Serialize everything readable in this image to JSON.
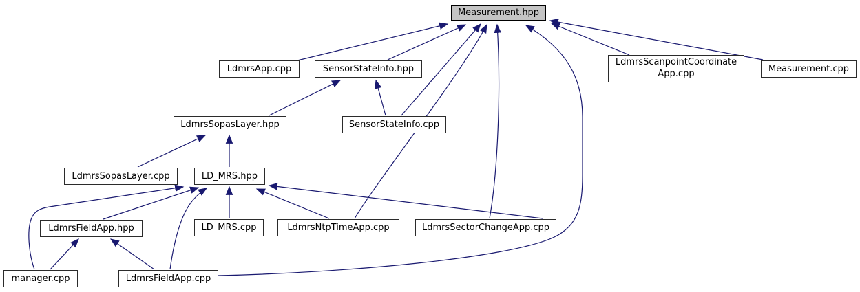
{
  "diagram": {
    "title": "Measurement.hpp include dependency graph",
    "edge_color": "#191970",
    "highlight_fill": "#c4c4c4",
    "nodes": [
      {
        "id": "measurement-hpp",
        "label": "Measurement.hpp",
        "highlighted": true
      },
      {
        "id": "ldmrsapp-cpp",
        "label": "LdmrsApp.cpp",
        "highlighted": false
      },
      {
        "id": "sensorstateinfo-hpp",
        "label": "SensorStateInfo.hpp",
        "highlighted": false
      },
      {
        "id": "ldmrsscanpointcoordinateapp-cpp",
        "label": "LdmrsScanpointCoordinate App.cpp",
        "highlighted": false
      },
      {
        "id": "measurement-cpp",
        "label": "Measurement.cpp",
        "highlighted": false
      },
      {
        "id": "sensorstateinfo-cpp",
        "label": "SensorStateInfo.cpp",
        "highlighted": false
      },
      {
        "id": "ldmrssopaslayer-hpp",
        "label": "LdmrsSopasLayer.hpp",
        "highlighted": false
      },
      {
        "id": "ldmrssopaslayer-cpp",
        "label": "LdmrsSopasLayer.cpp",
        "highlighted": false
      },
      {
        "id": "ld-mrs-hpp",
        "label": "LD_MRS.hpp",
        "highlighted": false
      },
      {
        "id": "ldmrsfieldapp-hpp",
        "label": "LdmrsFieldApp.hpp",
        "highlighted": false
      },
      {
        "id": "ld-mrs-cpp",
        "label": "LD_MRS.cpp",
        "highlighted": false
      },
      {
        "id": "ldmrsntptimeapp-cpp",
        "label": "LdmrsNtpTimeApp.cpp",
        "highlighted": false
      },
      {
        "id": "ldmrssectorchangeapp-cpp",
        "label": "LdmrsSectorChangeApp.cpp",
        "highlighted": false
      },
      {
        "id": "manager-cpp",
        "label": "manager.cpp",
        "highlighted": false
      },
      {
        "id": "ldmrsfieldapp-cpp",
        "label": "LdmrsFieldApp.cpp",
        "highlighted": false
      }
    ],
    "edges": [
      {
        "from": "LdmrsApp.cpp",
        "to": "Measurement.hpp"
      },
      {
        "from": "SensorStateInfo.hpp",
        "to": "Measurement.hpp"
      },
      {
        "from": "SensorStateInfo.cpp",
        "to": "Measurement.hpp"
      },
      {
        "from": "LdmrsNtpTimeApp.cpp",
        "to": "Measurement.hpp"
      },
      {
        "from": "LdmrsSectorChangeApp.cpp",
        "to": "Measurement.hpp"
      },
      {
        "from": "LdmrsFieldApp.cpp",
        "to": "Measurement.hpp"
      },
      {
        "from": "LdmrsScanpointCoordinateApp.cpp",
        "to": "Measurement.hpp"
      },
      {
        "from": "Measurement.cpp",
        "to": "Measurement.hpp"
      },
      {
        "from": "LdmrsSopasLayer.hpp",
        "to": "SensorStateInfo.hpp"
      },
      {
        "from": "SensorStateInfo.cpp",
        "to": "SensorStateInfo.hpp"
      },
      {
        "from": "LdmrsSopasLayer.cpp",
        "to": "LdmrsSopasLayer.hpp"
      },
      {
        "from": "LD_MRS.hpp",
        "to": "LdmrsSopasLayer.hpp"
      },
      {
        "from": "manager.cpp",
        "to": "LD_MRS.hpp"
      },
      {
        "from": "LdmrsFieldApp.hpp",
        "to": "LD_MRS.hpp"
      },
      {
        "from": "LdmrsFieldApp.cpp",
        "to": "LD_MRS.hpp"
      },
      {
        "from": "LD_MRS.cpp",
        "to": "LD_MRS.hpp"
      },
      {
        "from": "LdmrsNtpTimeApp.cpp",
        "to": "LD_MRS.hpp"
      },
      {
        "from": "LdmrsSectorChangeApp.cpp",
        "to": "LD_MRS.hpp"
      },
      {
        "from": "manager.cpp",
        "to": "LdmrsFieldApp.hpp"
      },
      {
        "from": "LdmrsFieldApp.cpp",
        "to": "LdmrsFieldApp.hpp"
      }
    ]
  }
}
